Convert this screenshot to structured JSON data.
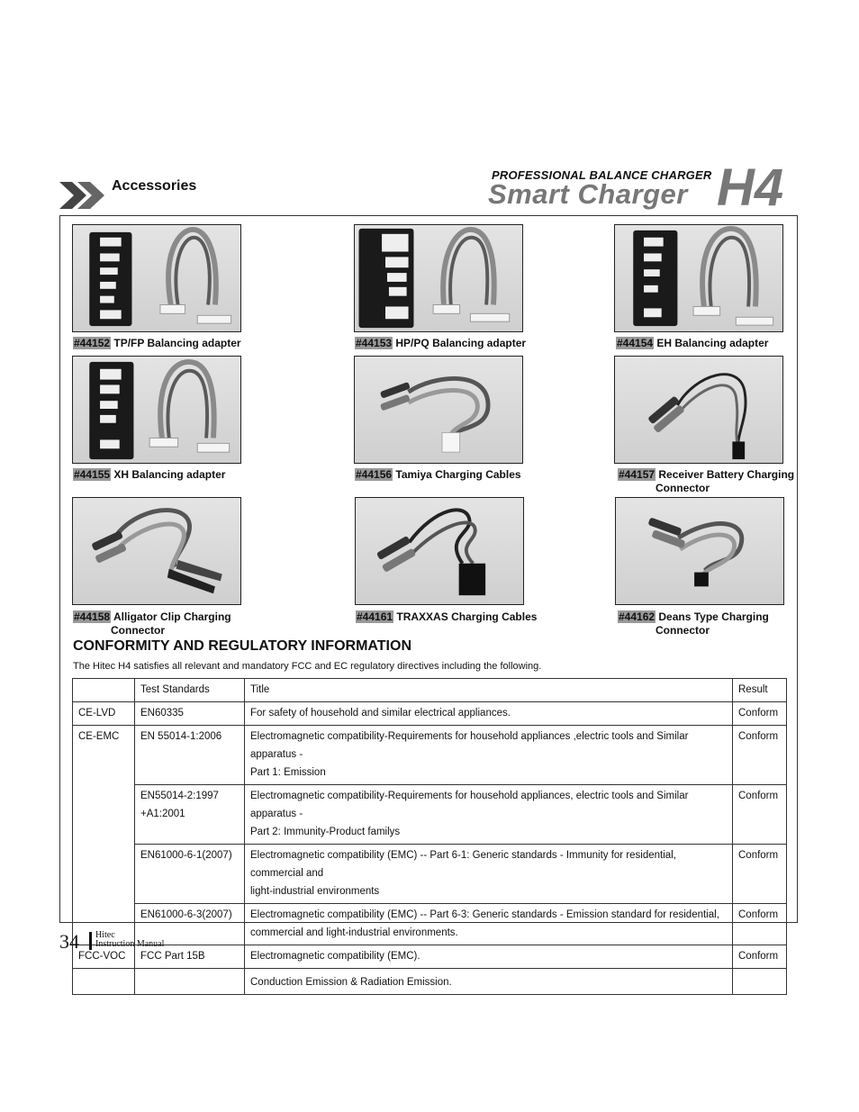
{
  "header": {
    "section_title": "Accessories",
    "tagline": "PROFESSIONAL BALANCE CHARGER",
    "product_name": "Smart Charger",
    "model": "H4"
  },
  "accessories": [
    {
      "code": "#44152",
      "name": "TP/FP Balancing adapter",
      "name2": "",
      "icon": "balancing-adapter-board"
    },
    {
      "code": "#44153",
      "name": "HP/PQ Balancing adapter",
      "name2": "",
      "icon": "balancing-adapter-board"
    },
    {
      "code": "#44154",
      "name": "EH Balancing adapter",
      "name2": "",
      "icon": "balancing-adapter-board"
    },
    {
      "code": "#44155",
      "name": "XH Balancing adapter",
      "name2": "",
      "icon": "balancing-adapter-board"
    },
    {
      "code": "#44156",
      "name": "Tamiya Charging Cables",
      "name2": "",
      "icon": "tamiya-cable"
    },
    {
      "code": "#44157",
      "name": "Receiver Battery Charging",
      "name2": "Connector",
      "icon": "receiver-cable"
    },
    {
      "code": "#44158",
      "name": "Alligator Clip Charging",
      "name2": "Connector",
      "icon": "alligator-cable"
    },
    {
      "code": "#44161",
      "name": "TRAXXAS Charging Cables",
      "name2": "",
      "icon": "traxxas-cable"
    },
    {
      "code": "#44162",
      "name": "Deans Type Charging",
      "name2": "Connector",
      "icon": "deans-cable"
    }
  ],
  "conformity": {
    "heading": "CONFORMITY AND REGULATORY INFORMATION",
    "intro": "The Hitec H4 satisfies all relevant and mandatory FCC and EC regulatory directives including the following.",
    "columns": [
      "",
      "Test Standards",
      "Title",
      "Result"
    ],
    "groups": {
      "lvd": "CE-LVD",
      "emc": "CE-EMC",
      "fcc": "FCC-VOC"
    },
    "rows": [
      {
        "standard": "EN60335",
        "standard2": "",
        "title": "For safety of household and similar electrical appliances.",
        "title2": "",
        "result": "Conform"
      },
      {
        "standard": "EN 55014-1:2006",
        "standard2": "",
        "title": "Electromagnetic compatibility-Requirements for household appliances ,electric tools and Similar apparatus -",
        "title2": "Part 1: Emission",
        "result": "Conform"
      },
      {
        "standard": "EN55014-2:1997",
        "standard2": "+A1:2001",
        "title": "Electromagnetic compatibility-Requirements for household appliances, electric tools and Similar apparatus -",
        "title2": "Part 2: Immunity-Product familys",
        "result": "Conform"
      },
      {
        "standard": "EN61000-6-1(2007)",
        "standard2": "",
        "title": "Electromagnetic compatibility (EMC) -- Part 6-1: Generic standards - Immunity for residential, commercial and",
        "title2": "light-industrial environments",
        "result": "Conform"
      },
      {
        "standard": "EN61000-6-3(2007)",
        "standard2": "",
        "title": "Electromagnetic compatibility (EMC) -- Part 6-3: Generic standards - Emission standard for residential,",
        "title2": "commercial and light-industrial environments.",
        "result": "Conform"
      },
      {
        "standard": "FCC Part 15B",
        "standard2": "",
        "title": "Electromagnetic compatibility (EMC).",
        "title2": "",
        "result": "Conform"
      },
      {
        "standard": "",
        "standard2": "",
        "title": "Conduction Emission & Radiation Emission.",
        "title2": "",
        "result": ""
      }
    ]
  },
  "footer": {
    "page_number": "34",
    "brand": "Hitec",
    "manual": "Instruction Manual"
  }
}
